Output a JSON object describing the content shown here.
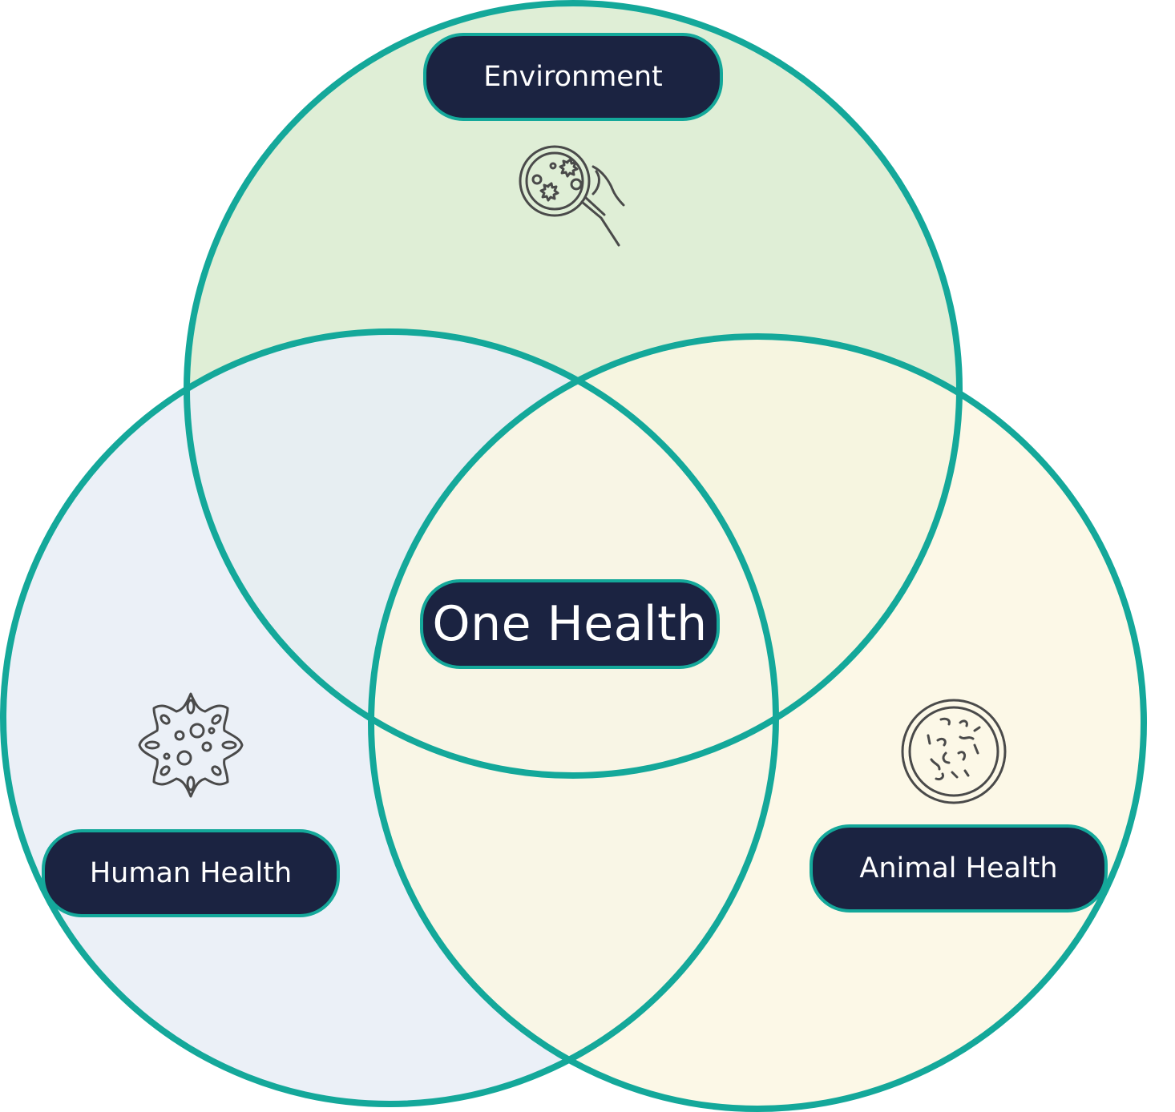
{
  "diagram": {
    "type": "venn",
    "center_label": "One Health",
    "sets": [
      {
        "id": "environment",
        "label": "Environment",
        "fill": "#dfeed6",
        "icon": "petri-dish-hand-icon"
      },
      {
        "id": "human",
        "label": "Human Health",
        "fill": "#e8eef6",
        "icon": "virus-cell-icon"
      },
      {
        "id": "animal",
        "label": "Animal Health",
        "fill": "#fbf7e2",
        "icon": "bacteria-dish-icon"
      }
    ]
  },
  "colors": {
    "outline": "#14a89a",
    "pill_background": "#1b2341",
    "pill_text": "#ffffff",
    "icon_stroke": "#4a4a4a"
  }
}
